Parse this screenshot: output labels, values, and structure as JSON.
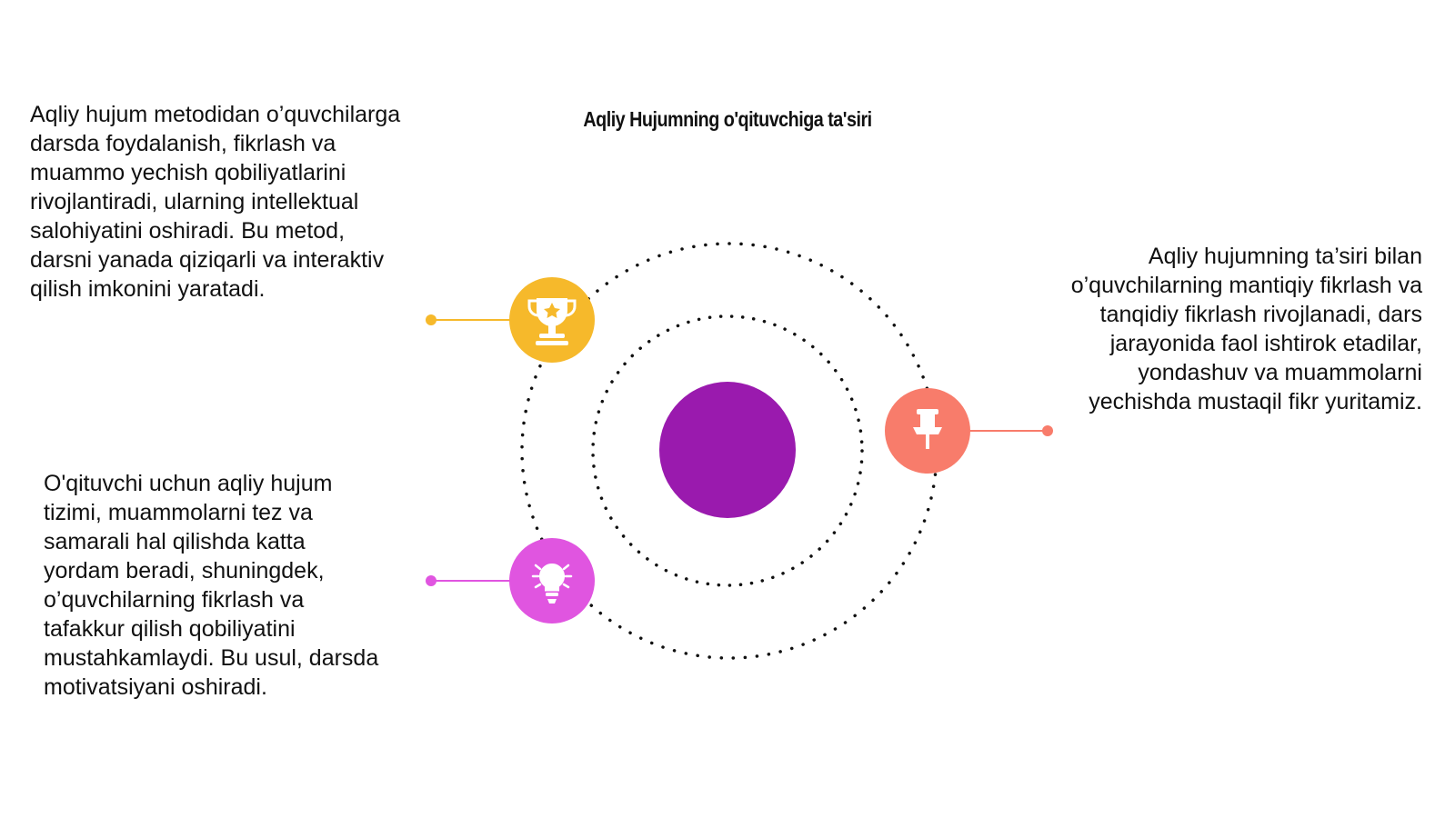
{
  "title": "Aqliy Hujumning o'qituvchiga ta'siri",
  "items": [
    {
      "text": "Aqliy hujum metodidan o’quvchilarga darsda foydalanish, fikrlash va muammo yechish qobiliyatlarini rivojlantiradi, ularning intellektual salohiyatini oshiradi. Bu metod, darsni yanada qiziqarli va interaktiv qilish imkonini yaratadi.",
      "icon": "trophy-icon",
      "color": "#F6B92B"
    },
    {
      "text": "O'qituvchi uchun aqliy hujum tizimi, muammolarni tez va samarali hal qilishda katta yordam beradi, shuningdek, o’quvchilarning fikrlash va tafakkur qilish qobiliyatini mustahkamlaydi. Bu usul, darsda motivatsiyani oshiradi.",
      "icon": "lightbulb-icon",
      "color": "#E055E0"
    },
    {
      "text": "Aqliy hujumning ta’siri bilan o’quvchilarning mantiqiy fikrlash va tanqidiy fikrlash rivojlanadi, dars jarayonida faol ishtirok etadilar, yondashuv va muammolarni yechishda mustaqil fikr yuritamiz.",
      "icon": "pushpin-icon",
      "color": "#F87C6B"
    }
  ],
  "center_color": "#9A1AAE"
}
